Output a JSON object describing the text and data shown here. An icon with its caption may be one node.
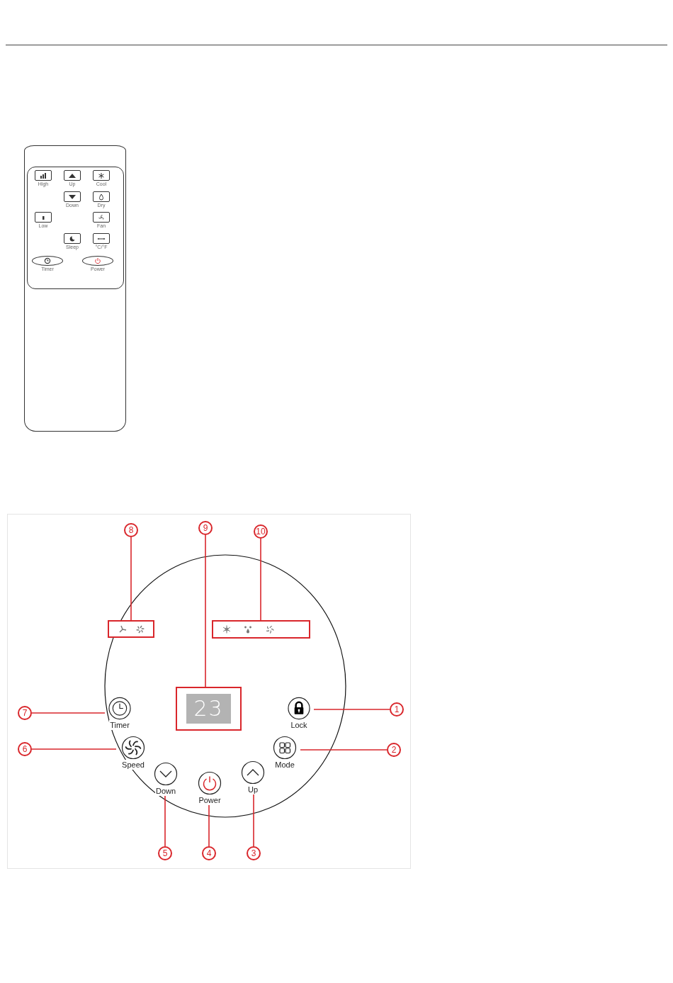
{
  "diagram": {
    "nodes": [
      {
        "text": [
          "8"
        ]
      },
      {
        "text": [
          "9"
        ]
      },
      {
        "text": [
          "10"
        ]
      },
      {
        "text": [],
        "shape": "box"
      },
      {
        "text": [],
        "shape": "box"
      },
      {
        "text": [
          "23"
        ]
      },
      {
        "text": [
          "7"
        ]
      },
      {
        "text": [
          "Timer"
        ]
      },
      {
        "text": [
          "Lock"
        ]
      },
      {
        "text": [
          "1"
        ]
      },
      {
        "text": [
          "6"
        ]
      },
      {
        "text": [
          "Speed"
        ]
      },
      {
        "text": [
          "Mode"
        ]
      },
      {
        "text": [
          "2"
        ]
      },
      {
        "text": [
          "Down"
        ]
      },
      {
        "text": [
          "Power"
        ]
      },
      {
        "text": [
          "Up"
        ]
      },
      {
        "text": [
          "5"
        ]
      },
      {
        "text": [
          "4"
        ]
      },
      {
        "text": [
          "3"
        ]
      }
    ],
    "edges": [
      {
        "from": 0,
        "to": 3,
        "arrow": "none"
      },
      {
        "from": 1,
        "to": 5,
        "arrow": "none"
      },
      {
        "from": 2,
        "to": 4,
        "arrow": "none"
      },
      {
        "from": 6,
        "to": 7,
        "arrow": "none"
      },
      {
        "from": 9,
        "to": 8,
        "arrow": "none"
      },
      {
        "from": 10,
        "to": 11,
        "arrow": "none"
      },
      {
        "from": 13,
        "to": 12,
        "arrow": "none"
      },
      {
        "from": 17,
        "to": 14,
        "arrow": "none"
      },
      {
        "from": 18,
        "to": 15,
        "arrow": "none"
      },
      {
        "from": 19,
        "to": 16,
        "arrow": "none"
      }
    ],
    "labels": [
      "High",
      "Up",
      "Cool",
      "Down",
      "Dry",
      "Low",
      "Fan",
      "Sleep",
      "°C/°F",
      "Timer",
      "Power"
    ]
  }
}
